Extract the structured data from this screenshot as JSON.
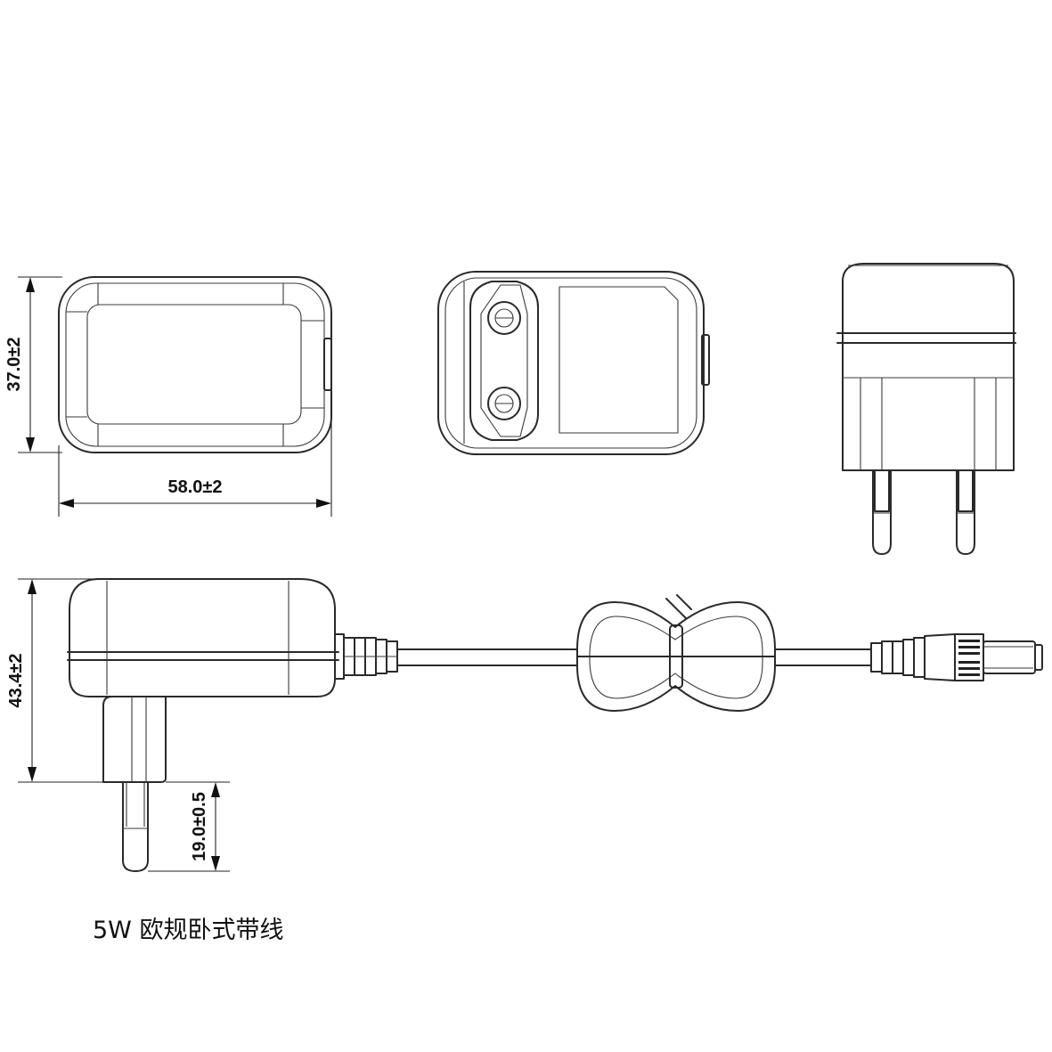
{
  "dimensions": {
    "top_height": "37.0±2",
    "top_width": "58.0±2",
    "side_height": "43.4±2",
    "pin_length": "19.0±0.5"
  },
  "caption": "5W 欧规卧式带线",
  "colors": {
    "line": "#2a2a2a",
    "background": "#ffffff"
  }
}
